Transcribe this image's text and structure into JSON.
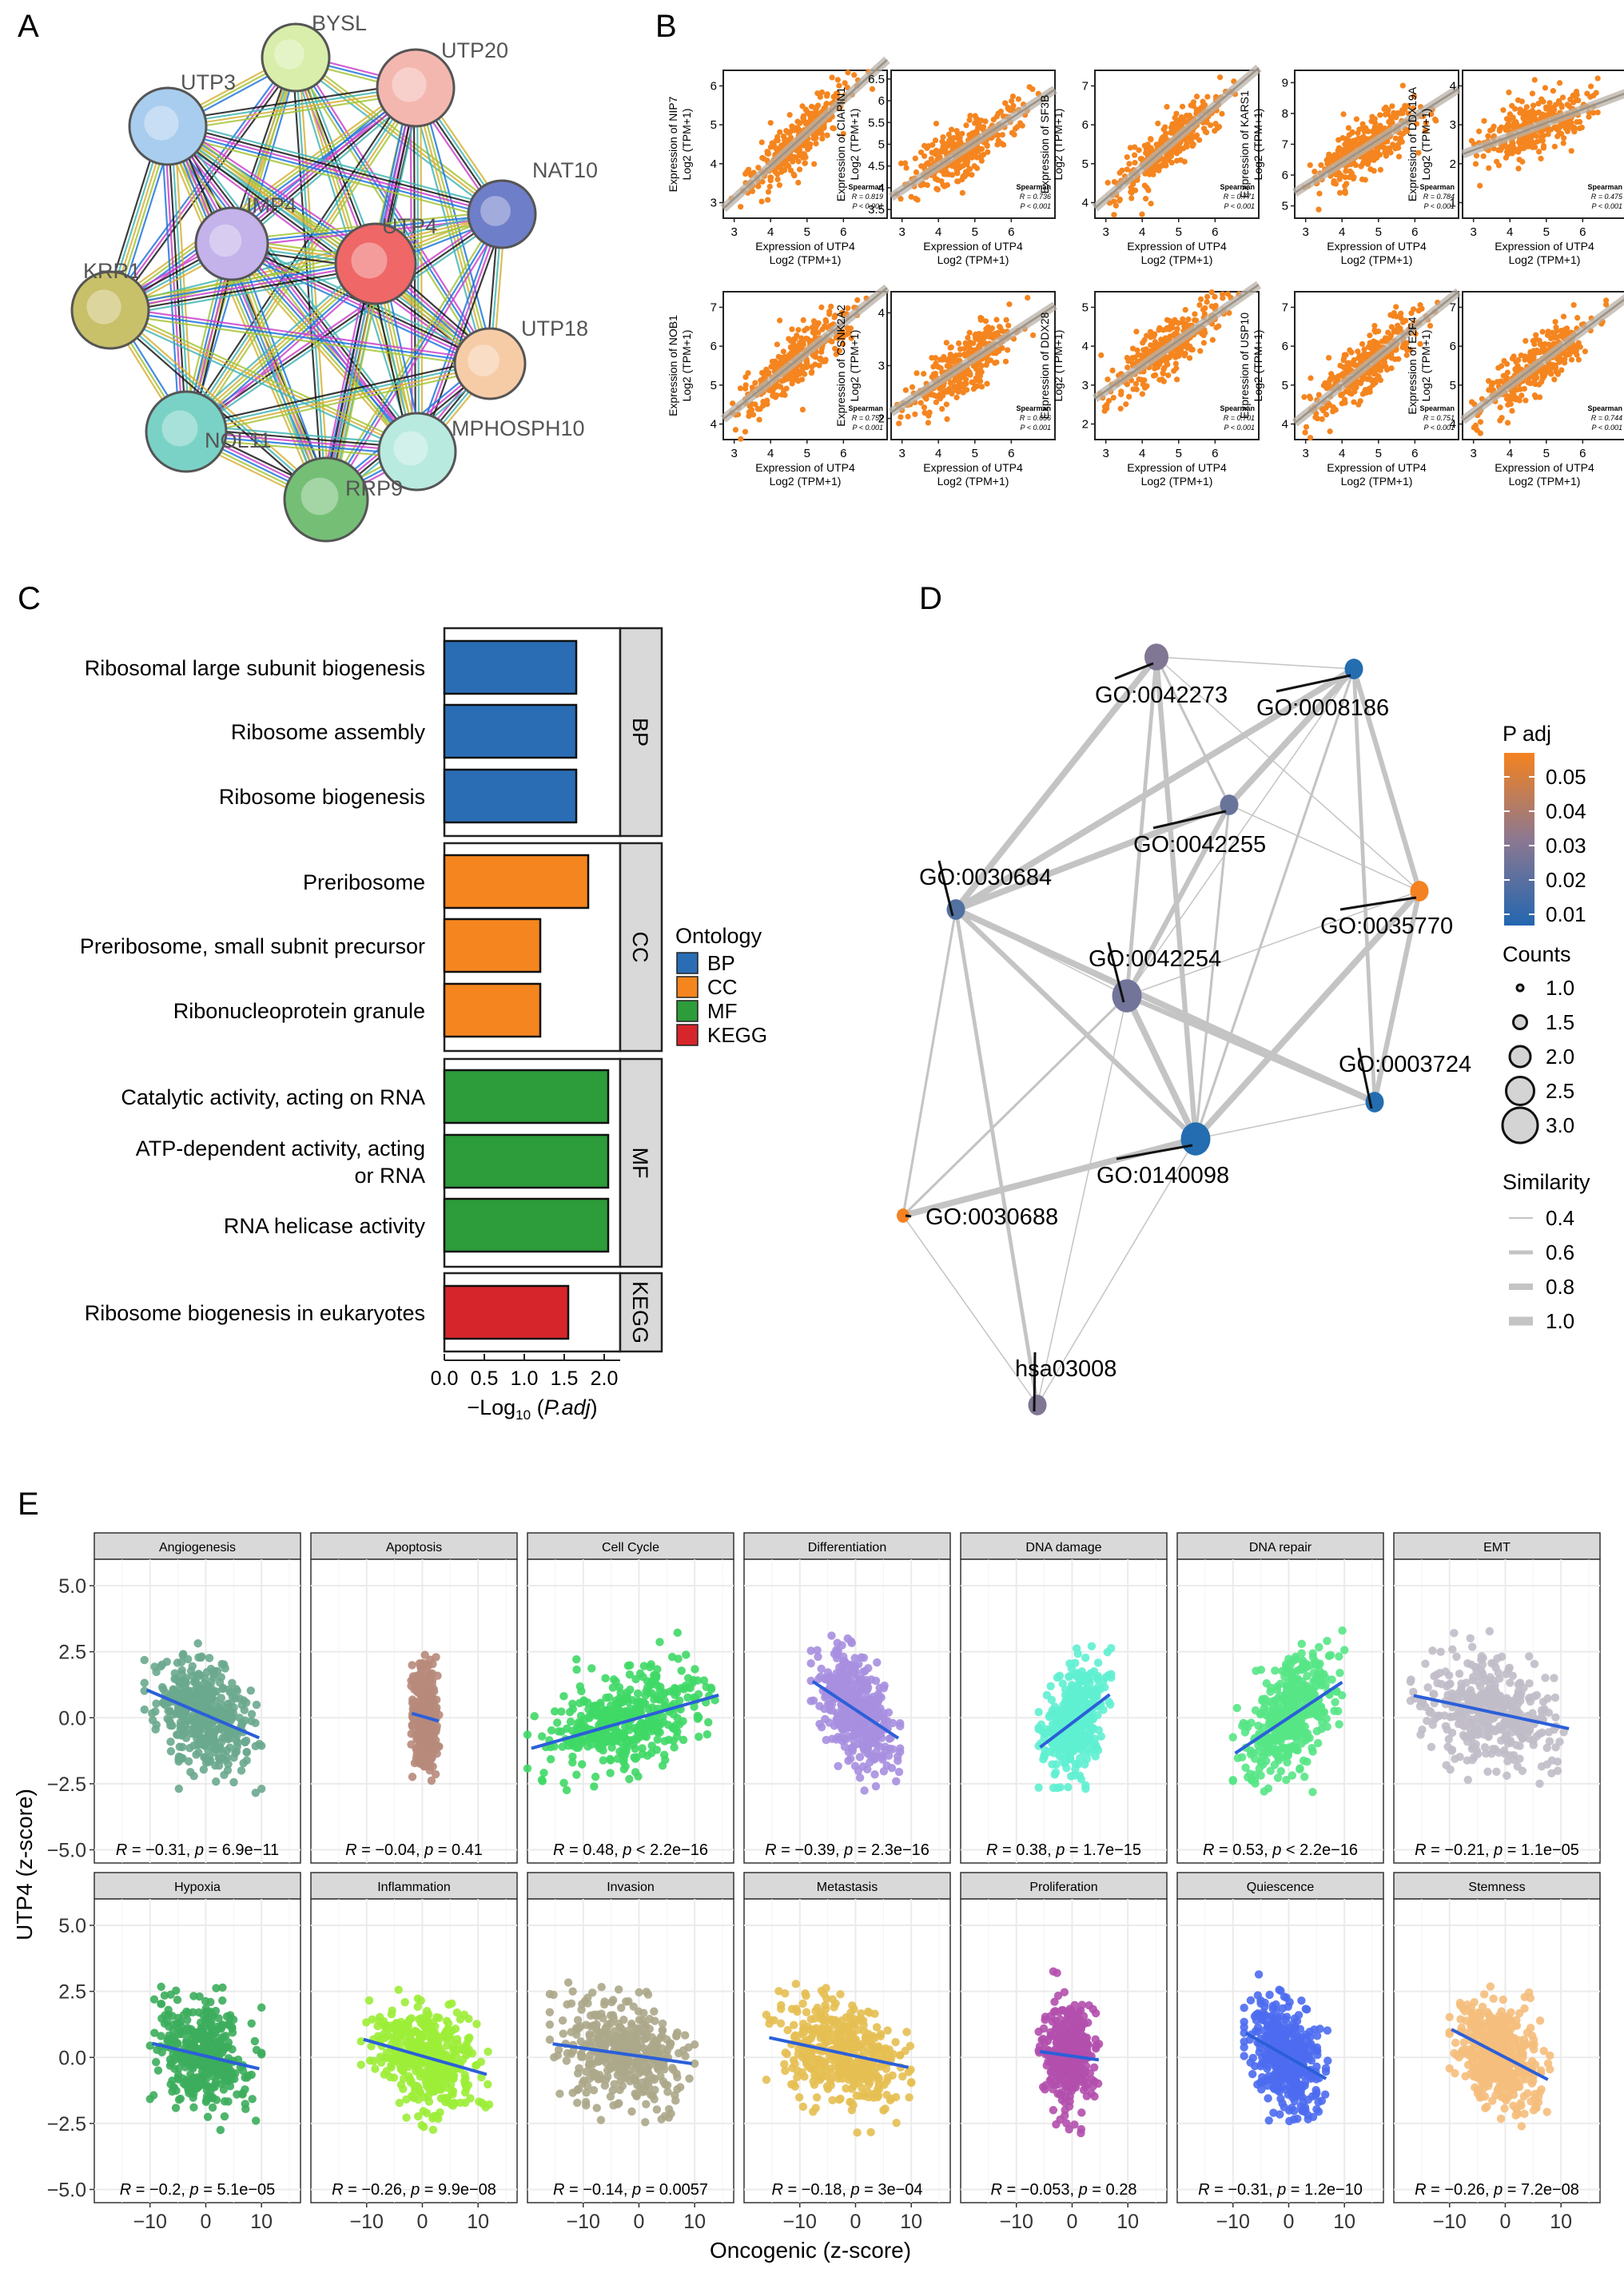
{
  "panel_labels": [
    "A",
    "B",
    "C",
    "D",
    "E"
  ],
  "panel_a": {
    "nodes": [
      {
        "label": "BYSL",
        "color": "#d8eeaa"
      },
      {
        "label": "UTP20",
        "color": "#f4b7b0"
      },
      {
        "label": "UTP3",
        "color": "#a9cdee"
      },
      {
        "label": "NAT10",
        "color": "#6f7ec9"
      },
      {
        "label": "IMP4",
        "color": "#c4b2ea"
      },
      {
        "label": "UTP4",
        "color": "#ef6767"
      },
      {
        "label": "KRR1",
        "color": "#c9c06a"
      },
      {
        "label": "UTP18",
        "color": "#f6cca7"
      },
      {
        "label": "NOL11",
        "color": "#7ad2c6"
      },
      {
        "label": "MPHOSPH10",
        "color": "#b9eadf"
      },
      {
        "label": "RRP9",
        "color": "#74bf75"
      }
    ],
    "edge_colors": [
      "#1a1a1a",
      "#cc44cc",
      "#2277dd",
      "#a6c639",
      "#d8b23a",
      "#45b7b7"
    ]
  },
  "panel_b": {
    "x_label_line1": "Expression of UTP4",
    "x_label_line2": "Log2 (TPM+1)",
    "y_label_line2": "Log2 (TPM+1)",
    "method": "Spearman",
    "p_text": "P < 0.001",
    "x_ticks": [
      3,
      4,
      5,
      6
    ],
    "point_color": "#f5851f",
    "panels": [
      {
        "gene": "NIP7",
        "r": "R = 0.819",
        "y_ticks": [
          3,
          4,
          5,
          6
        ],
        "slope": 0.85,
        "intercept": 0.55
      },
      {
        "gene": "CIAPIN1",
        "r": "R = 0.736",
        "y_ticks": [
          3.5,
          4.0,
          4.5,
          5.0,
          5.5,
          6.0,
          6.5
        ],
        "slope": 0.55,
        "intercept": 2.3
      },
      {
        "gene": "SF3B",
        "r": "R = 0.771",
        "y_ticks": [
          4,
          5,
          6,
          7
        ],
        "slope": 0.8,
        "intercept": 1.7
      },
      {
        "gene": "KARS1",
        "r": "R = 0.784",
        "y_ticks": [
          5,
          6,
          7,
          8,
          9
        ],
        "slope": 0.75,
        "intercept": 3.4
      },
      {
        "gene": "DDX19A",
        "r": "R = 0.475",
        "y_ticks": [
          1,
          2,
          3,
          4
        ],
        "slope": 0.35,
        "intercept": 1.3
      },
      {
        "gene": "NOB1",
        "r": "R = 0.759",
        "y_ticks": [
          4,
          5,
          6,
          7
        ],
        "slope": 0.75,
        "intercept": 2.1
      },
      {
        "gene": "CSNK2A2",
        "r": "R = 0.656",
        "y_ticks": [
          2,
          3,
          4
        ],
        "slope": 0.45,
        "intercept": 0.9
      },
      {
        "gene": "DDX28",
        "r": "R = 0.701",
        "y_ticks": [
          2,
          3,
          4,
          5
        ],
        "slope": 0.65,
        "intercept": 0.9
      },
      {
        "gene": "USP10",
        "r": "R = 0.751",
        "y_ticks": [
          4,
          5,
          6,
          7
        ],
        "slope": 0.75,
        "intercept": 2.0
      },
      {
        "gene": "E2F4",
        "r": "R = 0.744",
        "y_ticks": [
          4,
          5,
          6,
          7
        ],
        "slope": 0.7,
        "intercept": 2.2
      }
    ]
  },
  "chart_data": [
    {
      "type": "bar",
      "panel": "C",
      "orientation": "horizontal",
      "categories": [
        "Ribosomal large subunit biogenesis",
        "Ribosome assembly",
        "Ribosome biogenesis",
        "Preribosome",
        "Preribosome, small subnit precursor",
        "Ribonucleoprotein granule",
        "Catalytic activity, acting on RNA",
        "ATP-dependent activity, acting or RNA",
        "RNA helicase activity",
        "Ribosome biogenesis in eukaryotes"
      ],
      "values": [
        1.65,
        1.65,
        1.65,
        1.8,
        1.2,
        1.2,
        2.05,
        2.05,
        2.05,
        1.55
      ],
      "groups": [
        "BP",
        "BP",
        "BP",
        "CC",
        "CC",
        "CC",
        "MF",
        "MF",
        "MF",
        "KEGG"
      ],
      "facets": [
        "BP",
        "CC",
        "MF",
        "KEGG"
      ],
      "xlabel": "−Log10 (P.adj)",
      "xticks": [
        "0.0",
        "0.5",
        "1.0",
        "1.5",
        "2.0"
      ],
      "xlim": [
        0,
        2.2
      ],
      "legend_title": "Ontology",
      "legend": [
        {
          "name": "BP",
          "color": "#2a6db5"
        },
        {
          "name": "CC",
          "color": "#f5861f"
        },
        {
          "name": "MF",
          "color": "#2d9c3a"
        },
        {
          "name": "KEGG",
          "color": "#d6262b"
        }
      ]
    },
    {
      "type": "network",
      "panel": "D",
      "nodes": [
        {
          "id": "GO:0042273",
          "padj": 0.03,
          "count": 2.0
        },
        {
          "id": "GO:0008186",
          "padj": 0.01,
          "count": 1.5
        },
        {
          "id": "GO:0042255",
          "padj": 0.025,
          "count": 1.5
        },
        {
          "id": "GO:0030684",
          "padj": 0.02,
          "count": 1.5
        },
        {
          "id": "GO:0035770",
          "padj": 0.055,
          "count": 1.5
        },
        {
          "id": "GO:0042254",
          "padj": 0.027,
          "count": 2.5
        },
        {
          "id": "GO:0003724",
          "padj": 0.01,
          "count": 1.5
        },
        {
          "id": "GO:0140098",
          "padj": 0.01,
          "count": 2.5
        },
        {
          "id": "GO:0030688",
          "padj": 0.055,
          "count": 1.0
        },
        {
          "id": "hsa03008",
          "padj": 0.03,
          "count": 1.5
        }
      ],
      "edges": [
        [
          0,
          1
        ],
        [
          0,
          2
        ],
        [
          0,
          5
        ],
        [
          0,
          7
        ],
        [
          0,
          3
        ],
        [
          0,
          4
        ],
        [
          1,
          2
        ],
        [
          1,
          5
        ],
        [
          1,
          7
        ],
        [
          1,
          6
        ],
        [
          1,
          4
        ],
        [
          1,
          3
        ],
        [
          2,
          5
        ],
        [
          2,
          3
        ],
        [
          2,
          4
        ],
        [
          2,
          7
        ],
        [
          3,
          5
        ],
        [
          3,
          8
        ],
        [
          3,
          9
        ],
        [
          3,
          7
        ],
        [
          3,
          6
        ],
        [
          4,
          6
        ],
        [
          4,
          7
        ],
        [
          4,
          5
        ],
        [
          5,
          7
        ],
        [
          5,
          9
        ],
        [
          5,
          8
        ],
        [
          6,
          7
        ],
        [
          7,
          8
        ],
        [
          7,
          9
        ],
        [
          6,
          5
        ],
        [
          8,
          9
        ]
      ],
      "legend_padj": {
        "title": "P adj",
        "ticks": [
          "0.05",
          "0.04",
          "0.03",
          "0.02",
          "0.01"
        ]
      },
      "legend_counts": {
        "title": "Counts",
        "ticks": [
          "1.0",
          "1.5",
          "2.0",
          "2.5",
          "3.0"
        ]
      },
      "legend_similarity": {
        "title": "Similarity",
        "ticks": [
          "0.4",
          "0.6",
          "0.8",
          "1.0"
        ]
      }
    },
    {
      "type": "scatter",
      "panel": "E",
      "xlabel": "Oncogenic (z-score)",
      "ylabel": "UTP4 (z-score)",
      "xticks": [
        -10,
        0,
        10
      ],
      "yticks": [
        "5.0",
        "2.5",
        "0.0",
        "−2.5",
        "−5.0"
      ],
      "ylim": [
        -5.5,
        6
      ],
      "series": [
        {
          "name": "Angiogenesis",
          "stat": "R = −0.31, p = 6.9e−11",
          "color": "#6aa98e",
          "xspan": [
            -11,
            10
          ],
          "slope": -0.09,
          "intercept": 0.1
        },
        {
          "name": "Apoptosis",
          "stat": "R = −0.04, p = 0.41",
          "color": "#b78a7b",
          "xspan": [
            -2,
            3
          ],
          "slope": -0.06,
          "intercept": 0.05
        },
        {
          "name": "Cell Cycle",
          "stat": "R = 0.48, p < 2.2e−16",
          "color": "#3fd866",
          "xspan": [
            -20,
            15
          ],
          "slope": 0.06,
          "intercept": 0.0
        },
        {
          "name": "Differentiation",
          "stat": "R = −0.39, p = 2.3e−16",
          "color": "#a78fe0",
          "xspan": [
            -8,
            8
          ],
          "slope": -0.14,
          "intercept": 0.3
        },
        {
          "name": "DNA damage",
          "stat": "R = 0.38, p = 1.7e−15",
          "color": "#5ff0d1",
          "xspan": [
            -6,
            7
          ],
          "slope": 0.16,
          "intercept": -0.2
        },
        {
          "name": "DNA repair",
          "stat": "R = 0.53, p < 2.2e−16",
          "color": "#56e686",
          "xspan": [
            -10,
            10
          ],
          "slope": 0.14,
          "intercept": 0.0
        },
        {
          "name": "EMT",
          "stat": "R = −0.21, p = 1.1e−05",
          "color": "#c1bcc8",
          "xspan": [
            -17,
            12
          ],
          "slope": -0.045,
          "intercept": 0.1
        },
        {
          "name": "Hypoxia",
          "stat": "R = −0.2, p = 5.1e−05",
          "color": "#3cad5c",
          "xspan": [
            -10,
            10
          ],
          "slope": -0.05,
          "intercept": 0.05
        },
        {
          "name": "Inflammation",
          "stat": "R = −0.26, p = 9.9e−08",
          "color": "#9ced37",
          "xspan": [
            -11,
            12
          ],
          "slope": -0.06,
          "intercept": 0.05
        },
        {
          "name": "Invasion",
          "stat": "R = −0.14, p = 0.0057",
          "color": "#aca78a",
          "xspan": [
            -16,
            10
          ],
          "slope": -0.03,
          "intercept": 0.05
        },
        {
          "name": "Metastasis",
          "stat": "R = −0.18, p = 3e−04",
          "color": "#e6bf52",
          "xspan": [
            -16,
            10
          ],
          "slope": -0.045,
          "intercept": 0.05
        },
        {
          "name": "Proliferation",
          "stat": "R = −0.053, p = 0.28",
          "color": "#b34fad",
          "xspan": [
            -6,
            5
          ],
          "slope": -0.03,
          "intercept": 0.05
        },
        {
          "name": "Quiescence",
          "stat": "R = −0.31, p = 1.2e−10",
          "color": "#4d6cf0",
          "xspan": [
            -8,
            7
          ],
          "slope": -0.12,
          "intercept": 0.0
        },
        {
          "name": "Stemness",
          "stat": "R = −0.26, p = 7.2e−08",
          "color": "#f5be7c",
          "xspan": [
            -10,
            8
          ],
          "slope": -0.11,
          "intercept": 0.0
        }
      ]
    }
  ]
}
